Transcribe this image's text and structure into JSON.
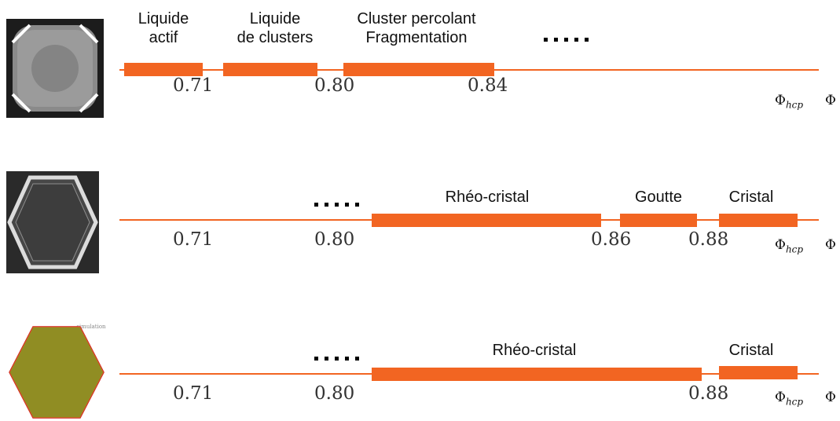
{
  "colors": {
    "accent": "#f26522",
    "text": "#111111"
  },
  "rows": [
    {
      "phases": [
        {
          "label_line1": "Liquide",
          "label_line2": "actif"
        },
        {
          "label_line1": "Liquide",
          "label_line2": "de clusters"
        },
        {
          "label_line1": "Cluster percolant",
          "label_line2": "Fragmentation"
        }
      ],
      "ticks": [
        "0.71",
        "0.80",
        "0.84"
      ],
      "phi_hcp_main": "Φ",
      "phi_hcp_sub": "hcp",
      "phi": "Φ"
    },
    {
      "phases": [
        {
          "label": "Rhéo-cristal"
        },
        {
          "label": "Goutte"
        },
        {
          "label": "Cristal"
        }
      ],
      "ticks": [
        "0.71",
        "0.80",
        "0.86",
        "0.88"
      ],
      "phi_hcp_main": "Φ",
      "phi_hcp_sub": "hcp",
      "phi": "Φ"
    },
    {
      "image_caption": "simulation",
      "phases": [
        {
          "label": "Rhéo-cristal"
        },
        {
          "label": "Cristal"
        }
      ],
      "ticks": [
        "0.71",
        "0.80",
        "0.88"
      ],
      "phi_hcp_main": "Φ",
      "phi_hcp_sub": "hcp",
      "phi": "Φ"
    }
  ]
}
